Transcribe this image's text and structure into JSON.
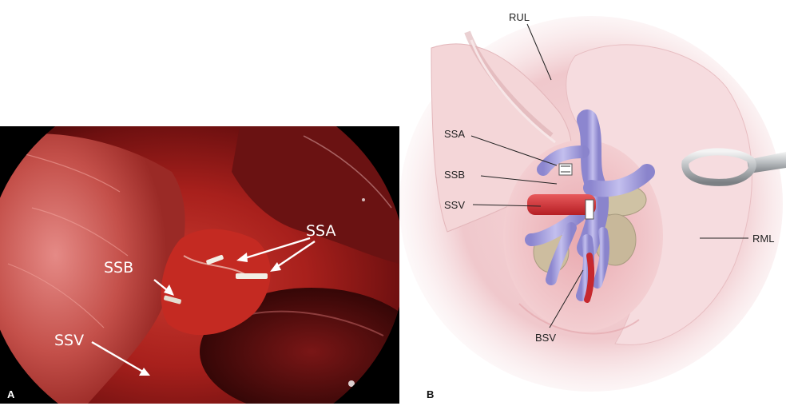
{
  "panel_a": {
    "letter": "A",
    "labels": {
      "ssa": "SSA",
      "ssb": "SSB",
      "ssv": "SSV"
    }
  },
  "panel_b": {
    "letter": "B",
    "labels": {
      "rul": "RUL",
      "ssa": "SSA",
      "ssb": "SSB",
      "ssv": "SSV",
      "rml": "RML",
      "bsv": "BSV"
    }
  },
  "colors": {
    "tissue_red": "#a8201c",
    "tissue_dark": "#5a0c0c",
    "lung_pink": "#f2cfd2",
    "vein_blue": "#a9a3dc",
    "artery_red": "#d8363a",
    "node_tan": "#c8b89a"
  }
}
